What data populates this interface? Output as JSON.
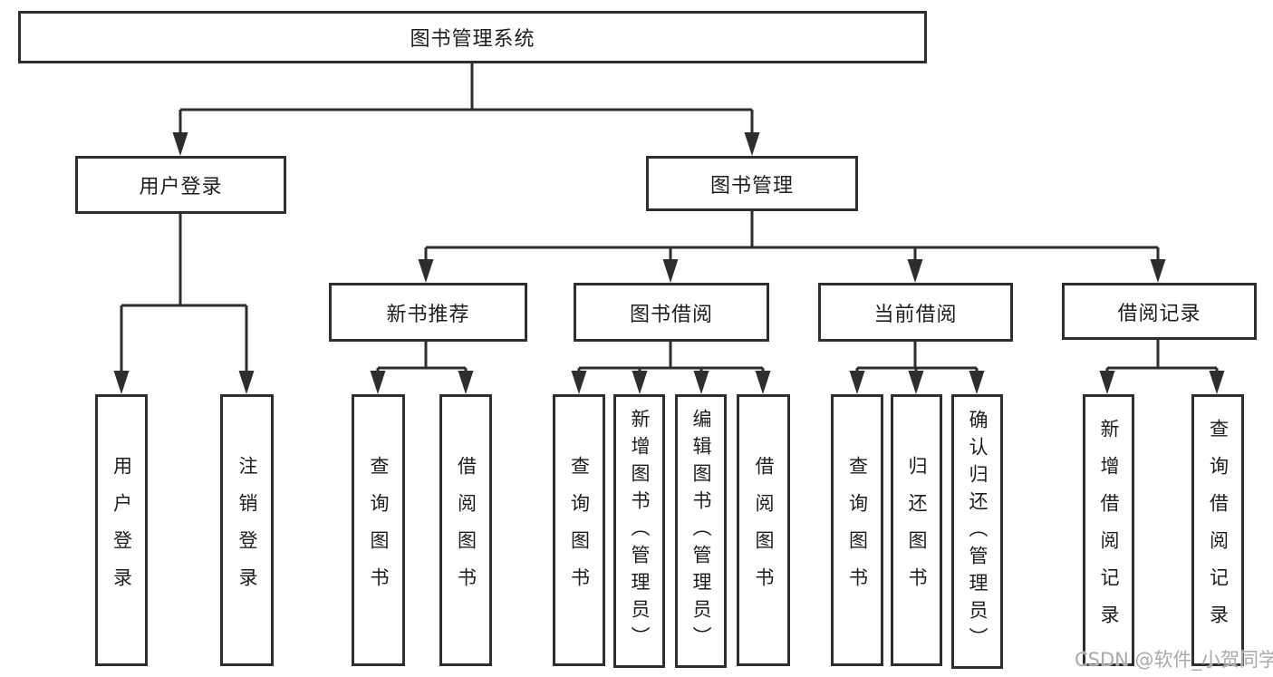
{
  "tree": {
    "label": "图书管理系统",
    "children": [
      {
        "label": "用户登录",
        "children": [
          {
            "label": "用户登录"
          },
          {
            "label": "注销登录"
          }
        ]
      },
      {
        "label": "图书管理",
        "children": [
          {
            "label": "新书推荐",
            "children": [
              {
                "label": "查询图书"
              },
              {
                "label": "借阅图书"
              }
            ]
          },
          {
            "label": "图书借阅",
            "children": [
              {
                "label": "查询图书"
              },
              {
                "label": "新增图书（管理员）"
              },
              {
                "label": "编辑图书（管理员）"
              },
              {
                "label": "借阅图书"
              }
            ]
          },
          {
            "label": "当前借阅",
            "children": [
              {
                "label": "查询图书"
              },
              {
                "label": "归还图书"
              },
              {
                "label": "确认归还（管理员）"
              }
            ]
          },
          {
            "label": "借阅记录",
            "children": [
              {
                "label": "新增借阅记录"
              },
              {
                "label": "查询借阅记录"
              }
            ]
          }
        ]
      }
    ]
  },
  "watermark": {
    "text": "CSDN @软件_小贺同学"
  },
  "colors": {
    "line": "#2d2d2d",
    "box_border": "#2e2e2e",
    "text": "#1d1d1d",
    "watermark": "#a9aaad"
  }
}
